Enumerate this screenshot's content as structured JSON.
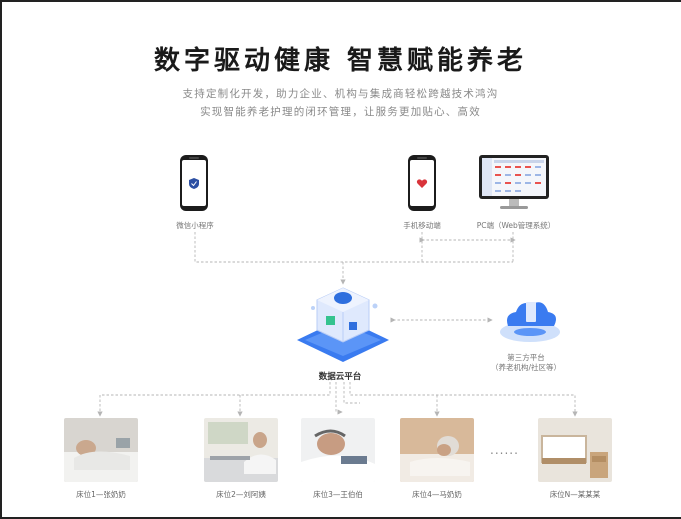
{
  "title": "数字驱动健康  智慧赋能养老",
  "subtitle_lines": [
    "支持定制化开发，助力企业、机构与集成商轻松跨越技术鸿沟",
    "实现智能养老护理的闭环管理，让服务更加贴心、高效"
  ],
  "clients": {
    "mini_program": {
      "label": "微信小程序"
    },
    "mobile": {
      "label": "手机移动端"
    },
    "pc": {
      "label": "PC端（Web管理系统）"
    }
  },
  "platform": {
    "label": "数据云平台"
  },
  "third_party": {
    "label_lines": [
      "第三方平台",
      "（养老机构/社区等）"
    ]
  },
  "beds": [
    {
      "label": "床位1—张奶奶"
    },
    {
      "label": "床位2—刘阿姨"
    },
    {
      "label": "床位3—王伯伯"
    },
    {
      "label": "床位4—马奶奶"
    },
    {
      "label": "床位N—某某某"
    }
  ],
  "ellipsis": "......",
  "colors": {
    "accent": "#2f6fde",
    "line": "#b5b5b5",
    "phone_logo": "#2c4fa3",
    "phone_logo_red": "#d9343b"
  },
  "icons": [
    "phone-icon",
    "monitor-icon",
    "cloud-platform-icon",
    "third-party-cloud-icon"
  ]
}
